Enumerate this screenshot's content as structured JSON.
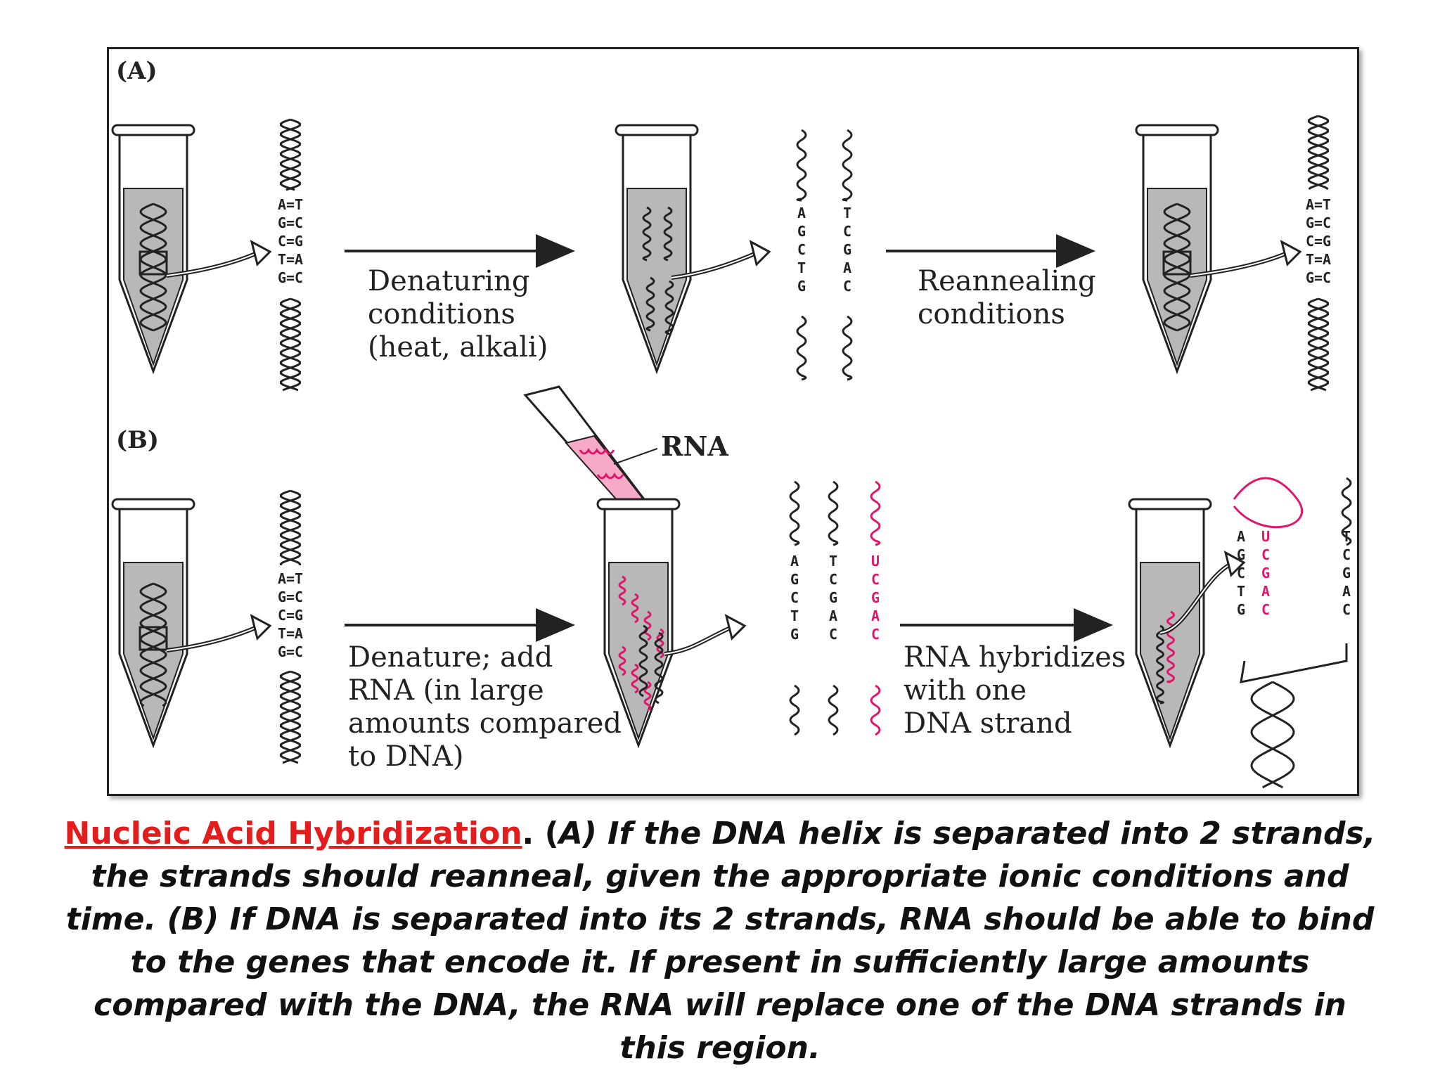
{
  "panels": {
    "a": {
      "label": "(A)",
      "step1": [
        "Denaturing",
        "conditions",
        "(heat, alkali)"
      ],
      "step2": [
        "Reannealing",
        "conditions"
      ],
      "helix_pairs": [
        "A=T",
        "G=C",
        "C=G",
        "T=A",
        "G=C"
      ],
      "strand_left": [
        "A",
        "G",
        "C",
        "T",
        "G"
      ],
      "strand_right": [
        "T",
        "C",
        "G",
        "A",
        "C"
      ]
    },
    "b": {
      "label": "(B)",
      "rna_tag": "RNA",
      "step1": [
        "Denature; add",
        "RNA (in large",
        "amounts compared",
        "to DNA)"
      ],
      "step2": [
        "RNA hybridizes",
        "with one",
        "DNA strand"
      ],
      "helix_pairs": [
        "A=T",
        "G=C",
        "C=G",
        "T=A",
        "G=C"
      ],
      "strand_left": [
        "A",
        "G",
        "C",
        "T",
        "G"
      ],
      "strand_right": [
        "T",
        "C",
        "G",
        "A",
        "C"
      ],
      "strand_rna": [
        "U",
        "C",
        "G",
        "A",
        "C"
      ]
    }
  },
  "caption": {
    "title": "Nucleic Acid Hybridization",
    "after_title": ". (",
    "body": "A) If the DNA helix is separated into 2 strands, the strands should reanneal, given the appropriate ionic conditions and time. (B) If DNA is separated into its 2 strands, RNA should be able to bind to the genes that encode it. If present in sufficiently large amounts compared with the DNA, the RNA will replace one of the DNA strands in this region."
  },
  "colors": {
    "rna": "#e0156b",
    "rna_fill": "#f7a9c8",
    "tube_fill": "#b8b8b8",
    "ink": "#222222",
    "caption_title": "#e31c1c"
  }
}
